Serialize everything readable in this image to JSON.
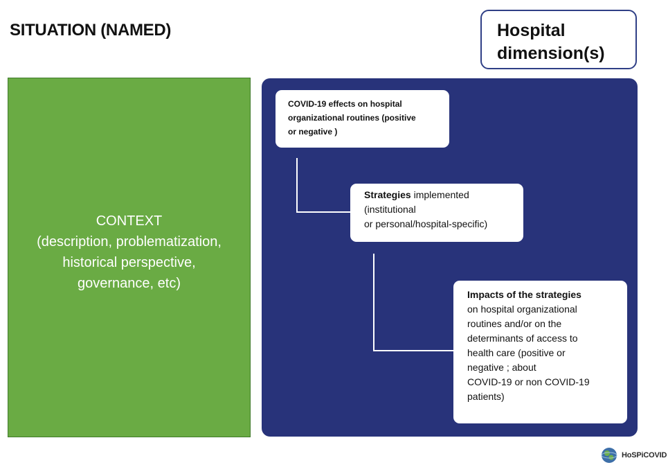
{
  "title": "SITUATION (NAMED)",
  "dimension_box": {
    "text": "Hospital\ndimension(s)"
  },
  "context": {
    "text": "CONTEXT\n(description, problematization,\nhistorical perspective,\ngovernance, etc)"
  },
  "cards": [
    {
      "text": "COVID-19 effects on hospital\norganizational routines (positive\nor negative )"
    },
    {
      "bold": "Strategies",
      "rest": " implemented\n(institutional\nor personal/hospital-specific)"
    },
    {
      "bold": "Impacts of the strategies",
      "rest": "\non hospital organizational\nroutines and/or on the\ndeterminants of access to\nhealth care (positive  or\nnegative ; about\nCOVID-19 or non COVID-19\npatients)"
    }
  ],
  "logo": {
    "text": "HoSPiCOVID"
  },
  "colors": {
    "panel": "#28337a",
    "context": "#6aab44",
    "border": "#2f3f86"
  }
}
